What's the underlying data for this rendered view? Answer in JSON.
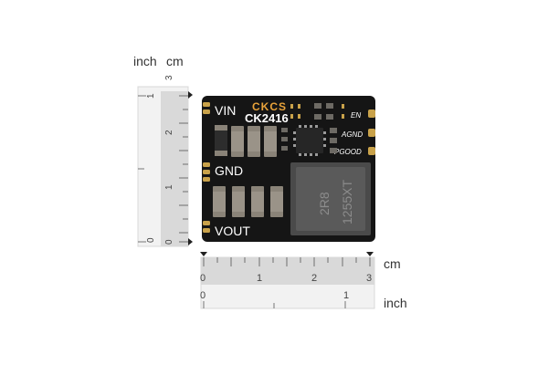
{
  "vertical_ruler": {
    "unit_left": "inch",
    "unit_right": "cm",
    "inch_ticks": [
      "0",
      "1"
    ],
    "cm_ticks": [
      "0",
      "1",
      "2",
      "3"
    ]
  },
  "horizontal_ruler": {
    "unit_top": "cm",
    "unit_bottom": "inch",
    "cm_ticks": [
      "0",
      "1",
      "2",
      "3"
    ],
    "inch_ticks": [
      "0",
      "1"
    ]
  },
  "board": {
    "brand": "CKCS",
    "model": "CK2416",
    "pads_left": [
      "VIN",
      "GND",
      "VOUT"
    ],
    "pads_right": [
      "EN",
      "AGND",
      "PGOOD"
    ],
    "inductor_marking_1": "2R8",
    "inductor_marking_2": "1255XT"
  },
  "colors": {
    "pcb": "#151515",
    "gold": "#c9a24a",
    "brand": "#e8a23a",
    "inductor": "#5a5a5a",
    "capacitor": "#8a8378",
    "ruler_fill": "#f2f2f2",
    "ruler_shade": "#d9d9d9"
  }
}
